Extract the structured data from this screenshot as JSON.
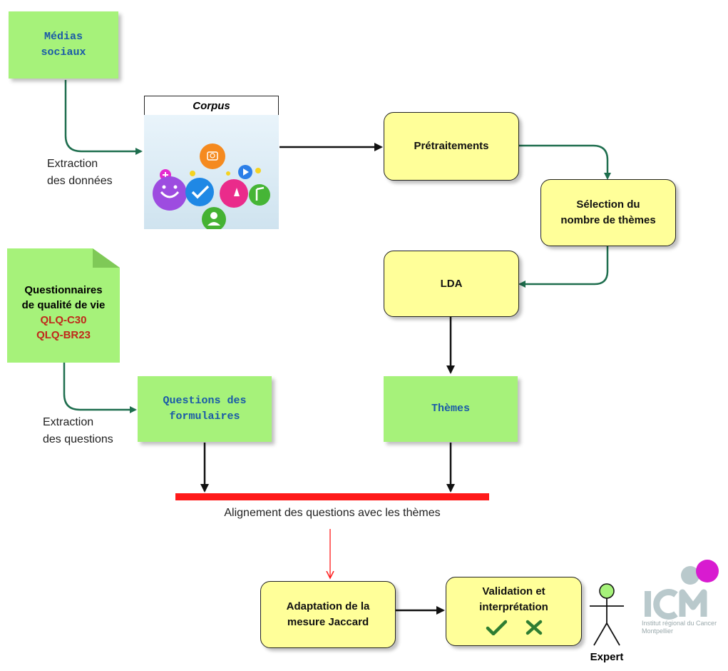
{
  "nodes": {
    "medias_sociaux": {
      "line1": "Médias",
      "line2": "sociaux"
    },
    "corpus": {
      "title": "Corpus"
    },
    "pretraitements": "Prétraitements",
    "selection": {
      "line1": "Sélection du",
      "line2": "nombre de thèmes"
    },
    "lda": "LDA",
    "questionnaires": {
      "line1": "Questionnaires",
      "line2": "de qualité de vie",
      "line3": "QLQ-C30",
      "line4": "QLQ-BR23"
    },
    "questions_formulaires": {
      "line1": "Questions des",
      "line2": "formulaires"
    },
    "themes": "Thèmes",
    "adaptation": {
      "line1": "Adaptation de la",
      "line2": "mesure Jaccard"
    },
    "validation": {
      "line1": "Validation et",
      "line2": "interprétation"
    },
    "expert": "Expert"
  },
  "labels": {
    "extraction_donnees": {
      "line1": "Extraction",
      "line2": "des données"
    },
    "extraction_questions": {
      "line1": "Extraction",
      "line2": "des questions"
    },
    "alignement": "Alignement des questions avec les thèmes"
  },
  "logo": {
    "name": "ICM",
    "tagline1": "Institut régional du Cancer",
    "tagline2": "Montpellier"
  },
  "colors": {
    "green_box": "#a6f27a",
    "yellow_box": "#ffff99",
    "green_arrow": "#1e6e4e",
    "sync_bar": "#ff1a1a",
    "red_text": "#c0281b",
    "mono_text": "#1a5aa8"
  }
}
